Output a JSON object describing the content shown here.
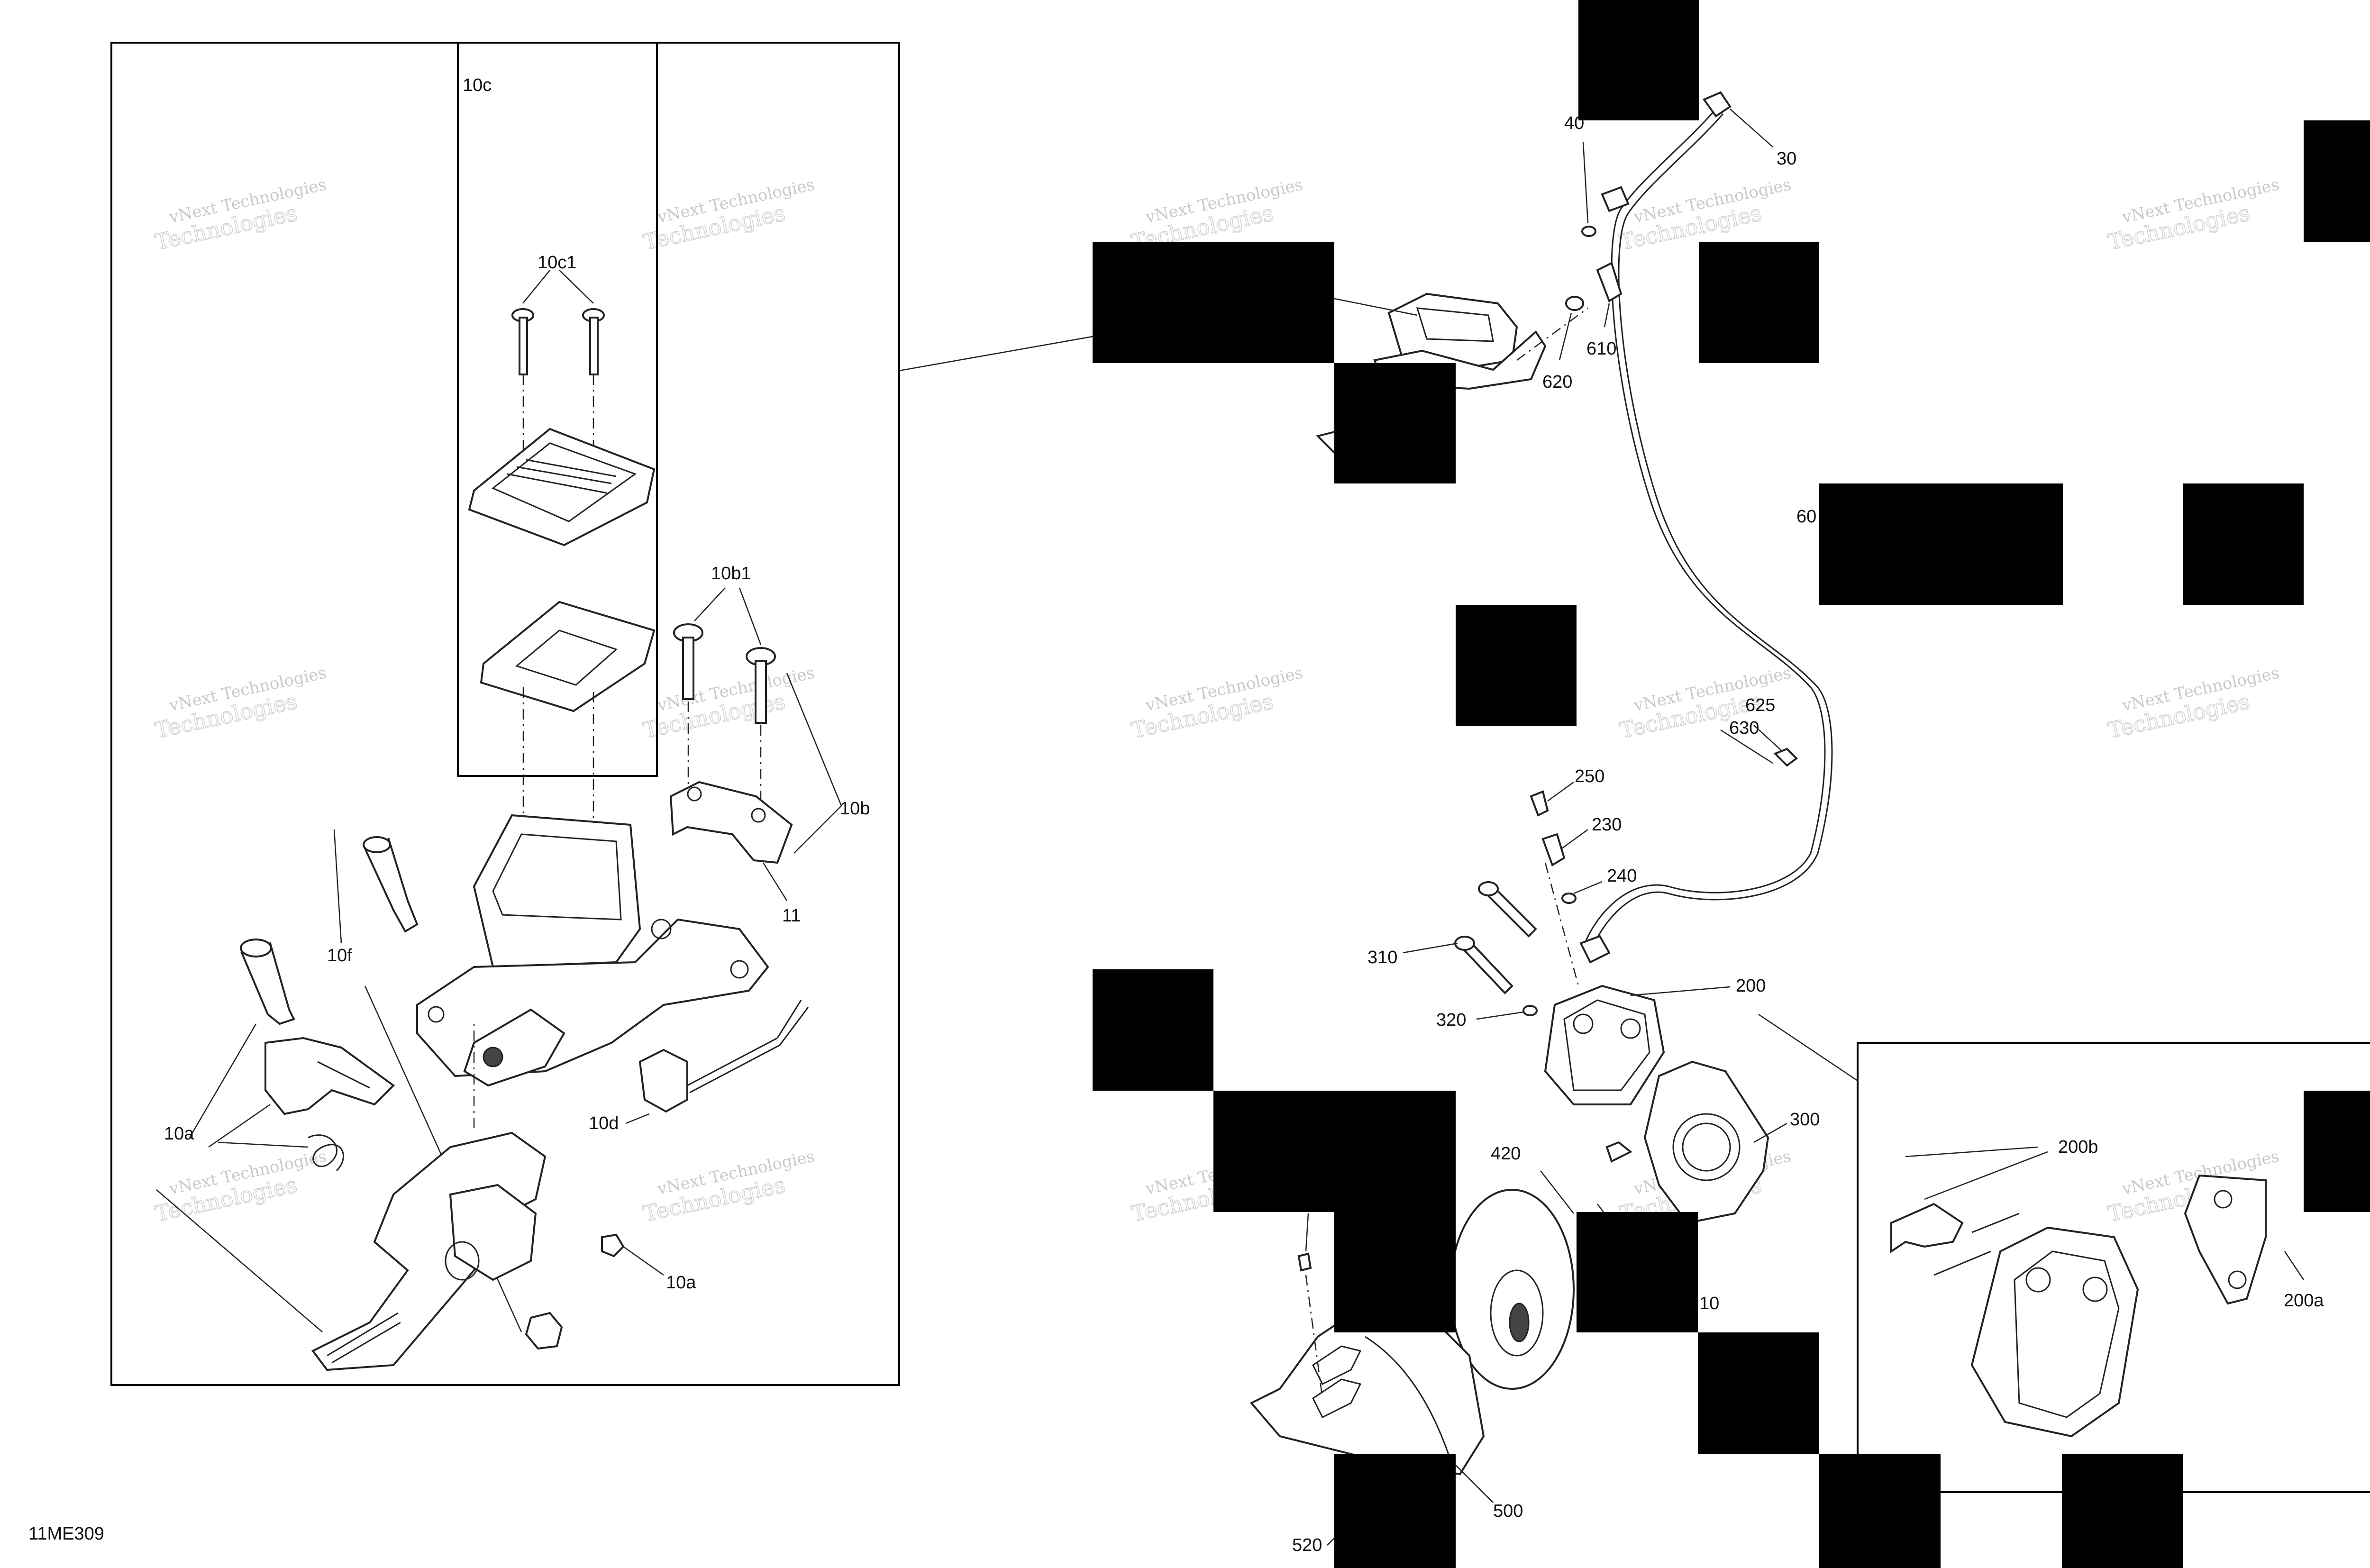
{
  "diagram_code": "11ME309",
  "watermark": {
    "line1": "vNext Technologies",
    "line2_top": "vNext",
    "line2_bottom": "Technologies"
  },
  "callouts": {
    "p10c": "10c",
    "p10c1": "10c1",
    "p10b1": "10b1",
    "p10b": "10b",
    "p11": "11",
    "p10f": "10f",
    "p10a_left": "10a",
    "p10d": "10d",
    "p10a_right": "10a",
    "p40": "40",
    "p30": "30",
    "p610": "610",
    "p620": "620",
    "p600": "60",
    "p625": "625",
    "p630": "630",
    "p250": "250",
    "p230": "230",
    "p240": "240",
    "p310": "310",
    "p200": "200",
    "p320": "320",
    "p300": "300",
    "p420": "420",
    "p410": "10",
    "p500": "500",
    "p520": "520",
    "p200b": "200b",
    "p200a": "200a"
  }
}
